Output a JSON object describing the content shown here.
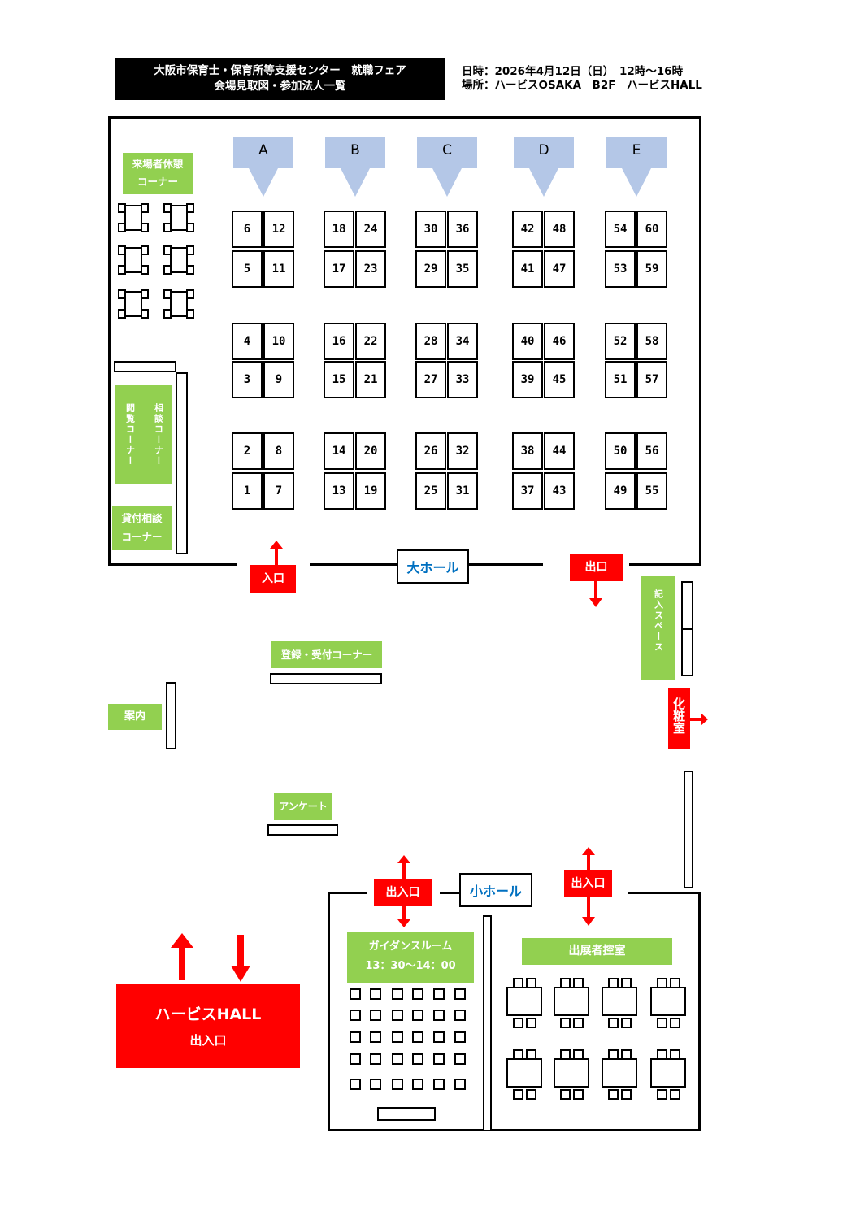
{
  "header": {
    "title_line1": "大阪市保育士・保育所等支援センター　就職フェア",
    "title_line2": "会場見取図・参加法人一覧",
    "date": "日時：2026年4月12日（日）　12時～16時",
    "place": "場所：ハービスOSAKA　B2F　ハービスHALL"
  },
  "columns": [
    "A",
    "B",
    "C",
    "D",
    "E"
  ],
  "booth_numbers": {
    "A": [
      "6",
      "12",
      "5",
      "11",
      "4",
      "10",
      "3",
      "9",
      "2",
      "8",
      "1",
      "7"
    ],
    "B": [
      "18",
      "24",
      "17",
      "23",
      "16",
      "22",
      "15",
      "21",
      "14",
      "20",
      "13",
      "19"
    ],
    "C": [
      "30",
      "36",
      "29",
      "35",
      "28",
      "34",
      "27",
      "33",
      "26",
      "32",
      "25",
      "31"
    ],
    "D": [
      "42",
      "48",
      "41",
      "47",
      "40",
      "46",
      "39",
      "45",
      "38",
      "44",
      "37",
      "43"
    ],
    "E": [
      "54",
      "60",
      "53",
      "59",
      "52",
      "58",
      "51",
      "57",
      "50",
      "56",
      "49",
      "55"
    ]
  },
  "labels": {
    "rest_corner_1": "来場者休憩",
    "rest_corner_2": "コーナー",
    "reading_corner": "閲覧コーナー",
    "consult_corner": "相談コーナー",
    "loan_consult_1": "貸付相談",
    "loan_consult_2": "コーナー",
    "entrance": "入口",
    "exit": "出口",
    "big_hall": "大ホール",
    "reception": "登録・受付コーナー",
    "guide": "案内",
    "entry_space": "記入スペース",
    "restroom": "化粧室",
    "survey": "アンケート",
    "in_out_left": "出入口",
    "in_out_right": "出入口",
    "small_hall": "小ホール",
    "guidance_room": "ガイダンスルーム",
    "guidance_time": "13：30～14：00",
    "exhibitor_room": "出展者控室",
    "harbis_hall": "ハービスHALL",
    "harbis_in_out": "出入口"
  },
  "colors": {
    "green": "#92d050",
    "red": "#ff0000",
    "arrow_blue": "#b4c7e7",
    "sign_blue": "#0070c0"
  }
}
